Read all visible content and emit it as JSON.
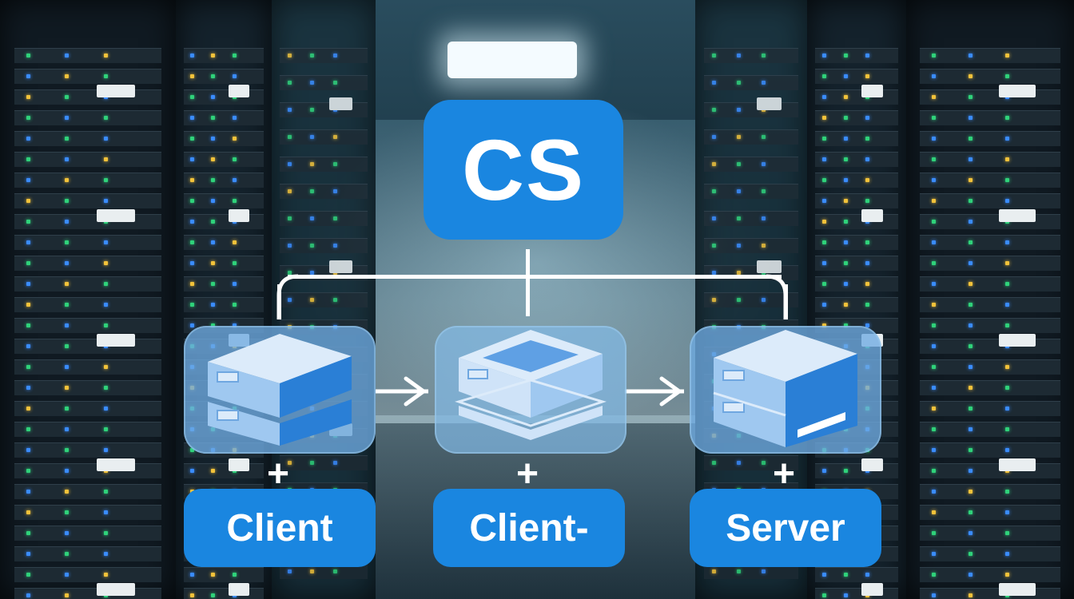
{
  "title": "CS",
  "nodes": [
    {
      "id": "client",
      "label": "Client",
      "icon": "server-stack-icon"
    },
    {
      "id": "middle",
      "label": "Client-",
      "icon": "open-box-icon"
    },
    {
      "id": "server",
      "label": "Server",
      "icon": "server-unit-icon"
    }
  ],
  "colors": {
    "accent": "#1a86e0",
    "node_fill": "#6eaae1",
    "icon_light": "#dcebfa",
    "icon_mid": "#9fc8f0",
    "icon_dark": "#2a7fd6",
    "connector": "#ffffff"
  },
  "background": "server-room-aisle"
}
